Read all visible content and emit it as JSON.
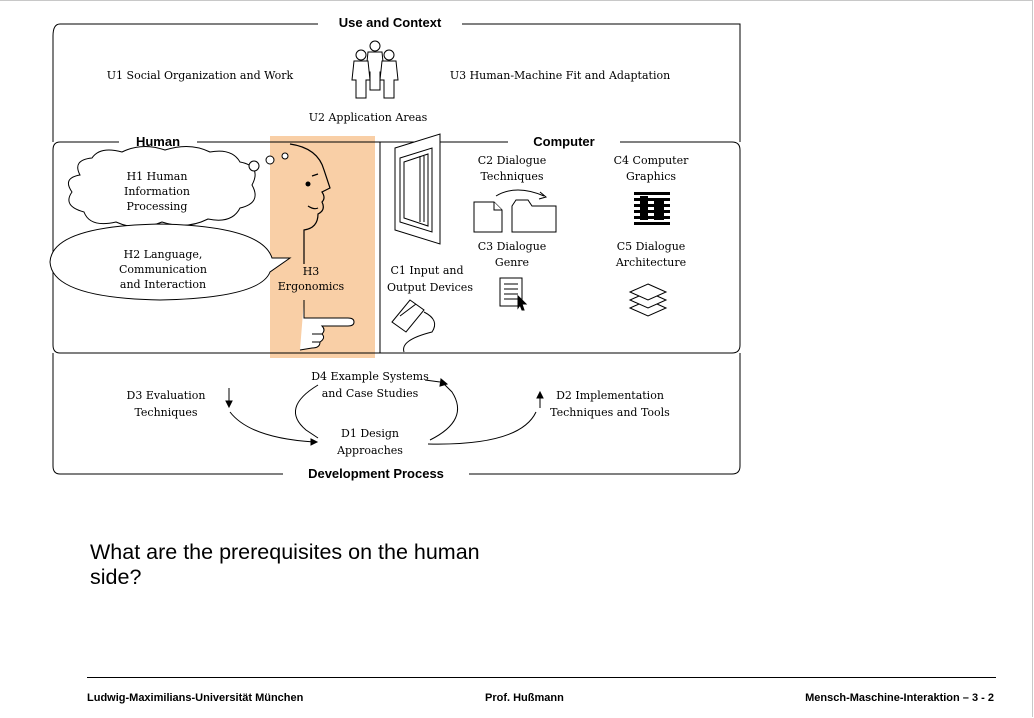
{
  "sections": {
    "use_context": "Use and Context",
    "human": "Human",
    "computer": "Computer",
    "development": "Development Process"
  },
  "nodes": {
    "u1": "U1 Social Organization and Work",
    "u2": "U2 Application Areas",
    "u3": "U3 Human-Machine Fit and Adaptation",
    "h1": [
      "H1 Human",
      "Information",
      "Processing"
    ],
    "h2": [
      "H2 Language,",
      "Communication",
      "and Interaction"
    ],
    "h3": [
      "H3",
      "Ergonomics"
    ],
    "c1": [
      "C1 Input and",
      "Output Devices"
    ],
    "c2": [
      "C2 Dialogue",
      "Techniques"
    ],
    "c3": [
      "C3 Dialogue",
      "Genre"
    ],
    "c4": [
      "C4 Computer",
      "Graphics"
    ],
    "c5": [
      "C5 Dialogue",
      "Architecture"
    ],
    "d1": [
      "D1 Design",
      "Approaches"
    ],
    "d2": [
      "D2 Implementation",
      "Techniques and Tools"
    ],
    "d3": [
      "D3 Evaluation",
      "Techniques"
    ],
    "d4": [
      "D4 Example Systems",
      "and Case Studies"
    ]
  },
  "highlight_color": "#f9cfa6",
  "question": "What are the prerequisites on the human side?",
  "footer": {
    "left": "Ludwig-Maximilians-Universität München",
    "center": "Prof. Hußmann",
    "right": "Mensch-Maschine-Interaktion  –  3 - 2"
  }
}
